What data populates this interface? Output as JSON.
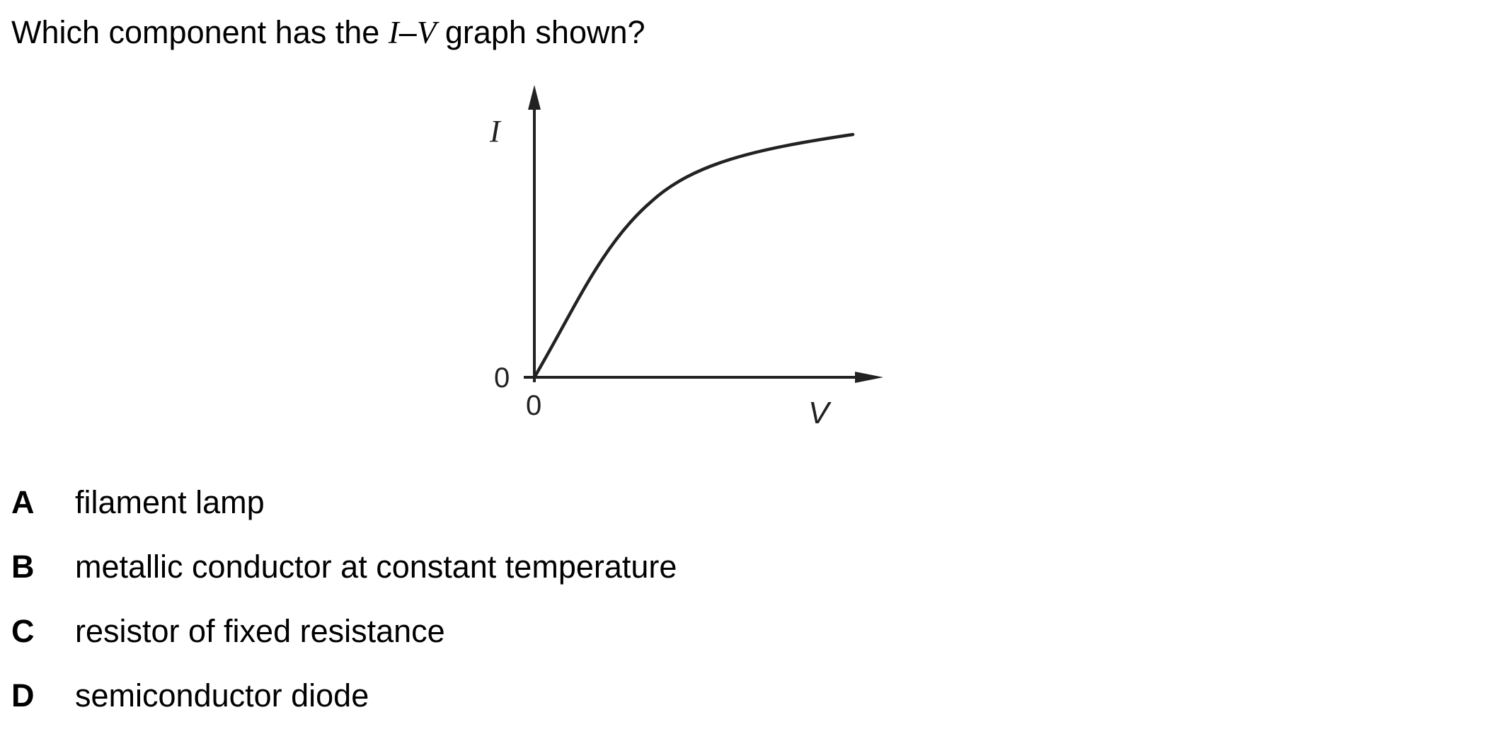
{
  "question": {
    "before": "Which component has the ",
    "var_i": "I",
    "dash": "–",
    "var_v": "V",
    "after": " graph shown?"
  },
  "graph": {
    "y_axis_label": "I",
    "x_axis_label": "V",
    "y_origin_label": "0",
    "x_origin_label": "0",
    "line_color": "#222222"
  },
  "options": [
    {
      "letter": "A",
      "text": "filament lamp"
    },
    {
      "letter": "B",
      "text": "metallic conductor at constant temperature"
    },
    {
      "letter": "C",
      "text": "resistor of fixed resistance"
    },
    {
      "letter": "D",
      "text": "semiconductor diode"
    }
  ]
}
